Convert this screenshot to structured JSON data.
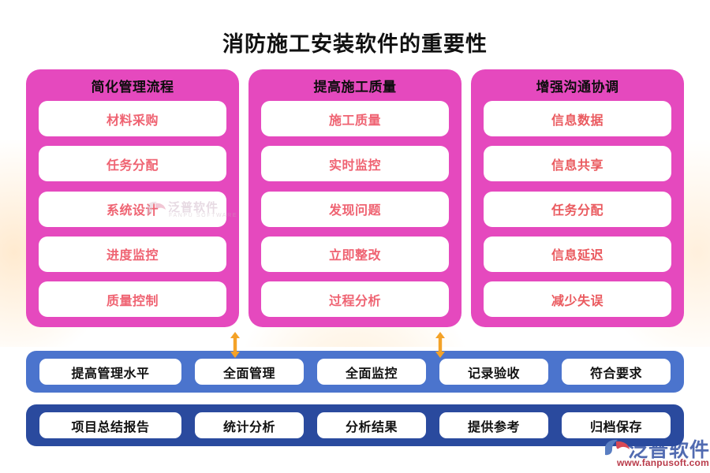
{
  "title": "消防施工安装软件的重要性",
  "colors": {
    "column_bg": "#e549be",
    "item_text": "#ef6372",
    "bar1_bg": "#4b74cd",
    "bar2_bg": "#2a4a9e",
    "arrow": "#f4a227",
    "title_text": "#111111"
  },
  "columns": [
    {
      "title": "简化管理流程",
      "items": [
        "材料采购",
        "任务分配",
        "系统设计",
        "进度监控",
        "质量控制"
      ]
    },
    {
      "title": "提高施工质量",
      "items": [
        "施工质量",
        "实时监控",
        "发现问题",
        "立即整改",
        "过程分析"
      ]
    },
    {
      "title": "增强沟通协调",
      "items": [
        "信息数据",
        "信息共享",
        "任务分配",
        "信息延迟",
        "减少失误"
      ]
    }
  ],
  "connectors": [
    {
      "name": "double-arrow-1",
      "icon": "double-arrow-vertical-icon"
    },
    {
      "name": "double-arrow-2",
      "icon": "double-arrow-vertical-icon"
    }
  ],
  "bars": [
    {
      "name": "bar-management",
      "items": [
        "提高管理水平",
        "全面管理",
        "全面监控",
        "记录验收",
        "符合要求"
      ]
    },
    {
      "name": "bar-report",
      "items": [
        "项目总结报告",
        "统计分析",
        "分析结果",
        "提供参考",
        "归档保存"
      ]
    }
  ],
  "watermarks": {
    "center": {
      "cn": "泛普软件",
      "en": "FANPU SOFTWARE"
    },
    "corner": {
      "cn": "泛普软件",
      "url": "www.fanpusoft.com"
    }
  }
}
